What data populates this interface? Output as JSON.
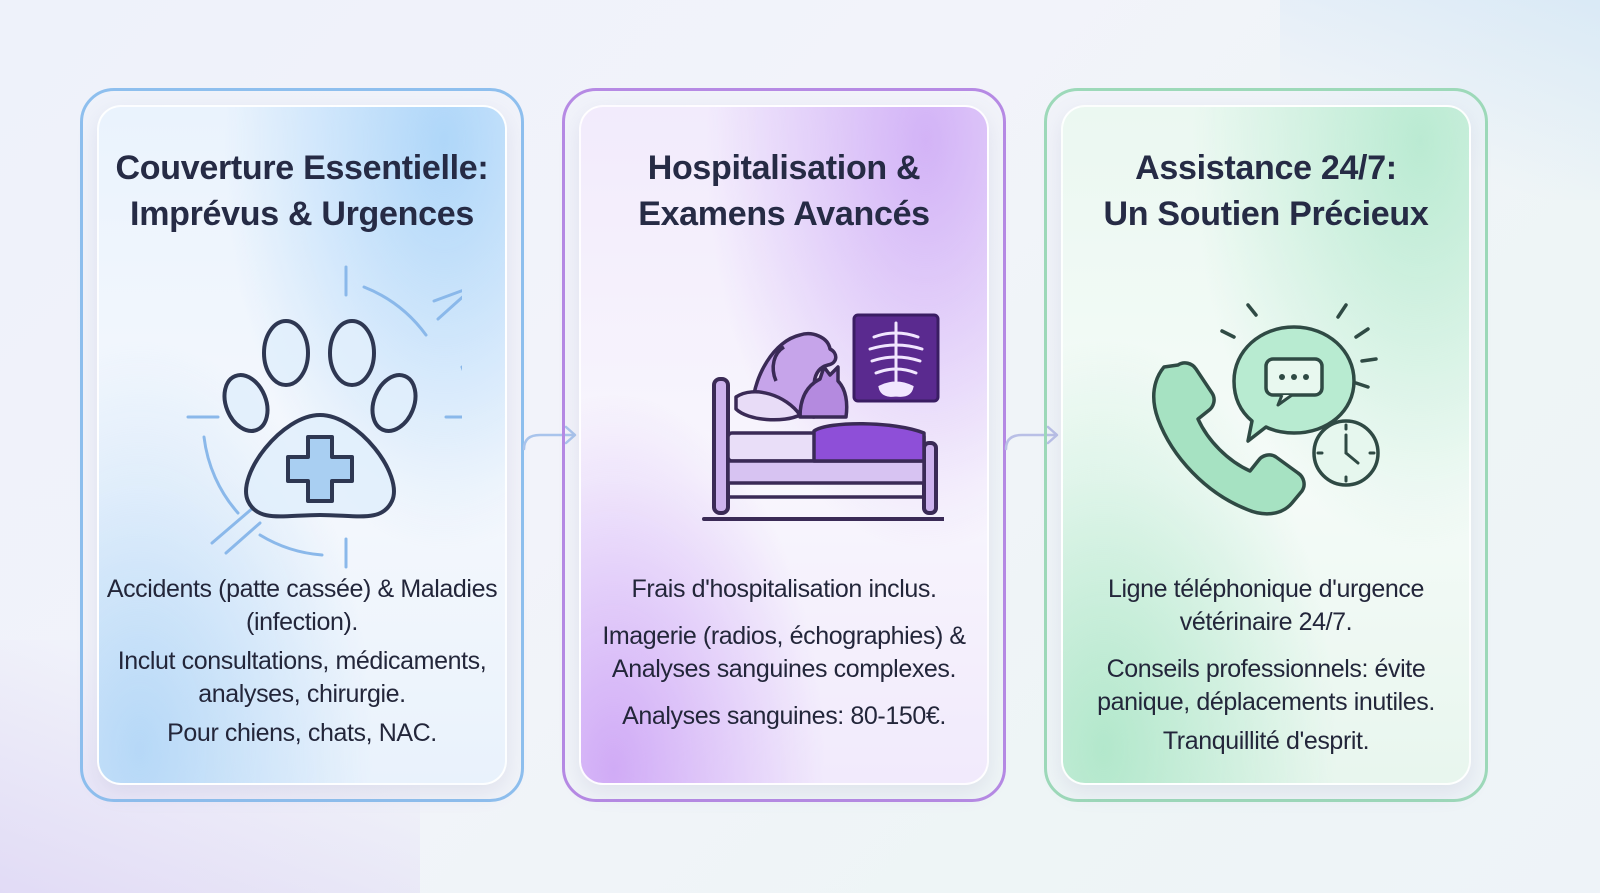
{
  "colors": {
    "card1_accent": "#8ebfee",
    "card2_accent": "#b68ae4",
    "card3_accent": "#9dd9b9",
    "title_text": "#262b45",
    "body_text": "#23263a"
  },
  "cards": [
    {
      "title_lines": [
        "Couverture Essentielle:",
        "Imprévus & Urgences"
      ],
      "icon": "paw-medical-cross-icon",
      "paragraphs": [
        "Accidents (patte cassée) & Maladies (infection).",
        "Inclut consultations, médicaments, analyses, chirurgie.",
        "Pour chiens, chats, NAC."
      ]
    },
    {
      "title_lines": [
        "Hospitalisation &",
        "Examens Avancés"
      ],
      "icon": "hospital-bed-xray-icon",
      "paragraphs": [
        "Frais d'hospitalisation inclus.",
        "Imagerie (radios, échographies) & Analyses sanguines complexes.",
        "Analyses sanguines: 80-150€."
      ]
    },
    {
      "title_lines": [
        "Assistance 24/7:",
        "Un Soutien Précieux"
      ],
      "icon": "phone-chat-clock-icon",
      "paragraphs": [
        "Ligne téléphonique d'urgence vétérinaire 24/7.",
        "Conseils professionnels: évite panique, déplacements inutiles.",
        "Tranquillité d'esprit."
      ]
    }
  ]
}
